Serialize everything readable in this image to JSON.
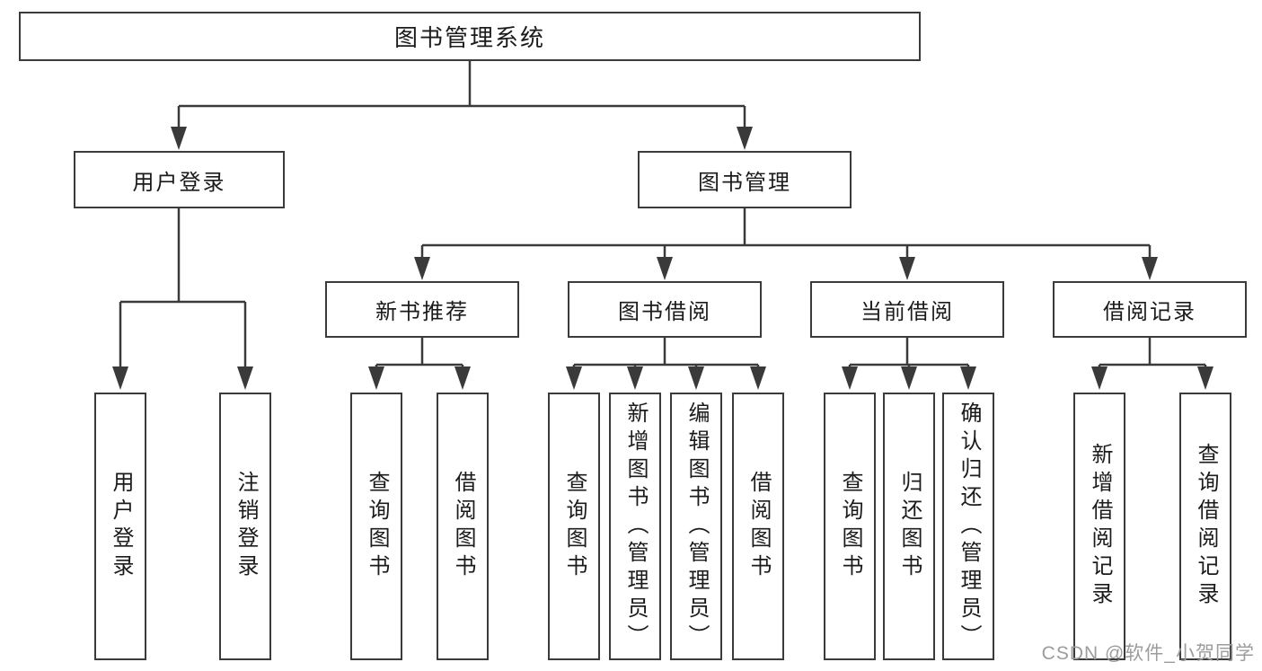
{
  "tree": {
    "root": {
      "label": "图书管理系统",
      "children": [
        {
          "label": "用户登录",
          "children": [
            {
              "label": "用户登录"
            },
            {
              "label": "注销登录"
            }
          ]
        },
        {
          "label": "图书管理",
          "children": [
            {
              "label": "新书推荐",
              "children": [
                {
                  "label": "查询图书"
                },
                {
                  "label": "借阅图书"
                }
              ]
            },
            {
              "label": "图书借阅",
              "children": [
                {
                  "label": "查询图书"
                },
                {
                  "label": "新增图书（管理员）"
                },
                {
                  "label": "编辑图书（管理员）"
                },
                {
                  "label": "借阅图书"
                }
              ]
            },
            {
              "label": "当前借阅",
              "children": [
                {
                  "label": "查询图书"
                },
                {
                  "label": "归还图书"
                },
                {
                  "label": "确认归还（管理员）"
                }
              ]
            },
            {
              "label": "借阅记录",
              "children": [
                {
                  "label": "新增借阅记录"
                },
                {
                  "label": "查询借阅记录"
                }
              ]
            }
          ]
        }
      ]
    }
  },
  "watermark": {
    "text": "CSDN @软件_小贺同学"
  },
  "colors": {
    "line": "#3a3a3a",
    "node_border": "#3b3b3b",
    "text": "#1b1b1b",
    "watermark": "#9c9c9c",
    "background": "#ffffff"
  }
}
